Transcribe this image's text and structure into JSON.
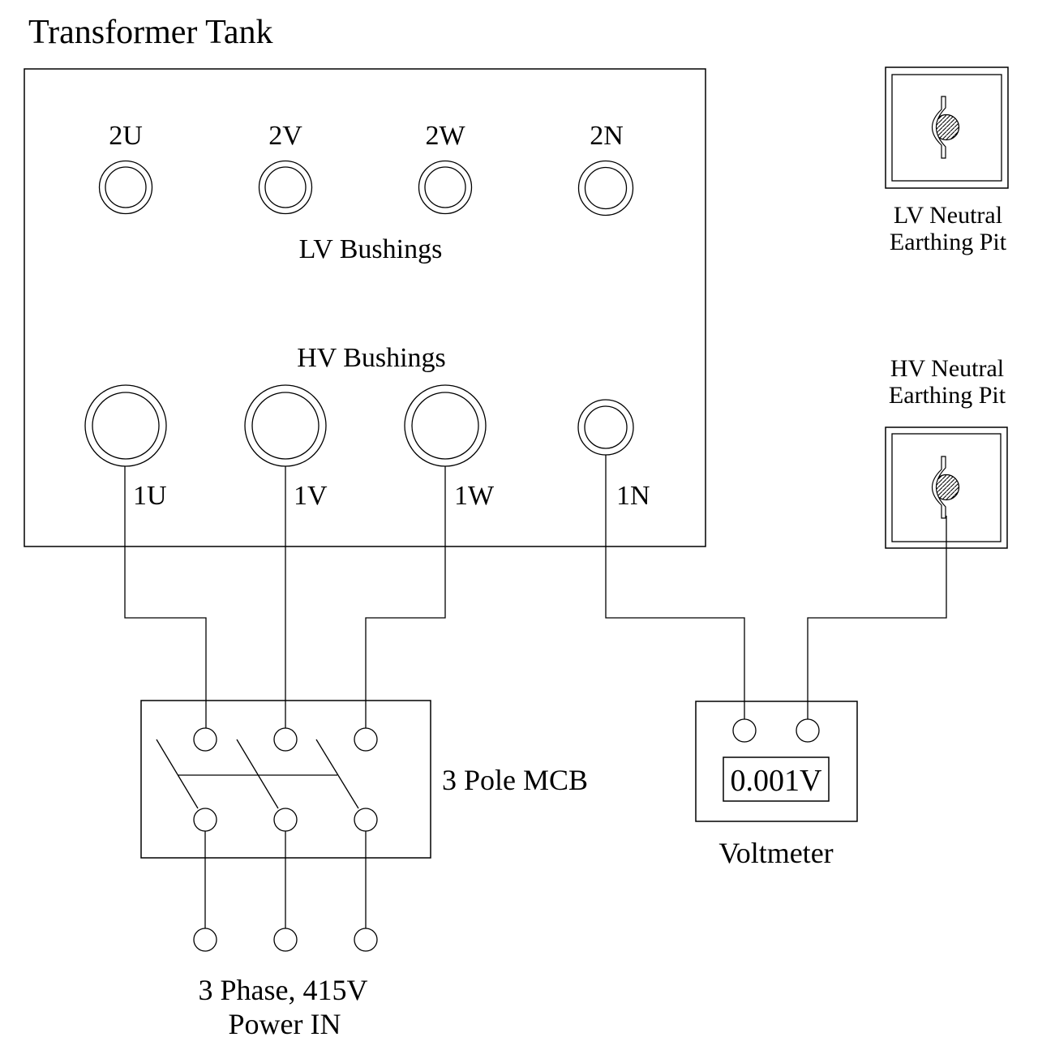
{
  "diagram": {
    "title": "Transformer Tank",
    "colors": {
      "line": "#000000",
      "background": "#ffffff",
      "text": "#000000"
    },
    "tank": {
      "lv_section_label": "LV Bushings",
      "hv_section_label": "HV Bushings",
      "lv_bushings": [
        "2U",
        "2V",
        "2W",
        "2N"
      ],
      "hv_bushings": [
        "1U",
        "1V",
        "1W",
        "1N"
      ]
    },
    "mcb": {
      "label": "3 Pole MCB",
      "poles": 3
    },
    "power_in": {
      "line1": "3 Phase, 415V",
      "line2": "Power IN"
    },
    "voltmeter": {
      "label": "Voltmeter",
      "reading": "0.001V"
    },
    "lv_pit": {
      "line1": "LV Neutral",
      "line2": "Earthing Pit"
    },
    "hv_pit": {
      "line1": "HV Neutral",
      "line2": "Earthing Pit"
    }
  }
}
